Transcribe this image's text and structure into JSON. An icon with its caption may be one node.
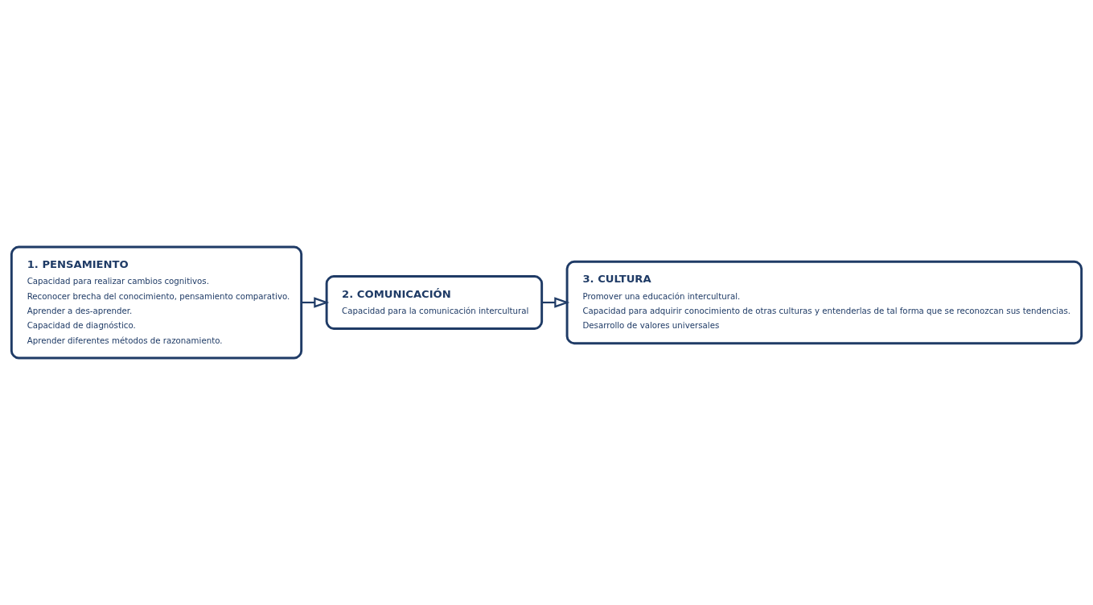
{
  "diagram": {
    "nodes": [
      {
        "text": [
          "1. PENSAMIENTO",
          "Capacidad para realizar cambios cognitivos.",
          "Reconocer brecha del conocimiento, pensamiento comparativo.",
          "Aprender a des-aprender.",
          "Capacidad de diagnóstico.",
          "Aprender diferentes métodos de razonamiento."
        ]
      },
      {
        "text": [
          "2. COMUNICACIÓN",
          "Capacidad para la comunicación intercultural"
        ]
      },
      {
        "text": [
          "3. CULTURA",
          "Promover una educación intercultural.",
          "Capacidad para adquirir conocimiento de otras culturas y entenderlas de tal forma que se reconozcan sus tendencias.",
          "Desarrollo de valores universales"
        ]
      }
    ],
    "edges": [
      {
        "from": 0,
        "to": 1,
        "arrow": "to"
      },
      {
        "from": 1,
        "to": 2,
        "arrow": "to"
      }
    ]
  }
}
